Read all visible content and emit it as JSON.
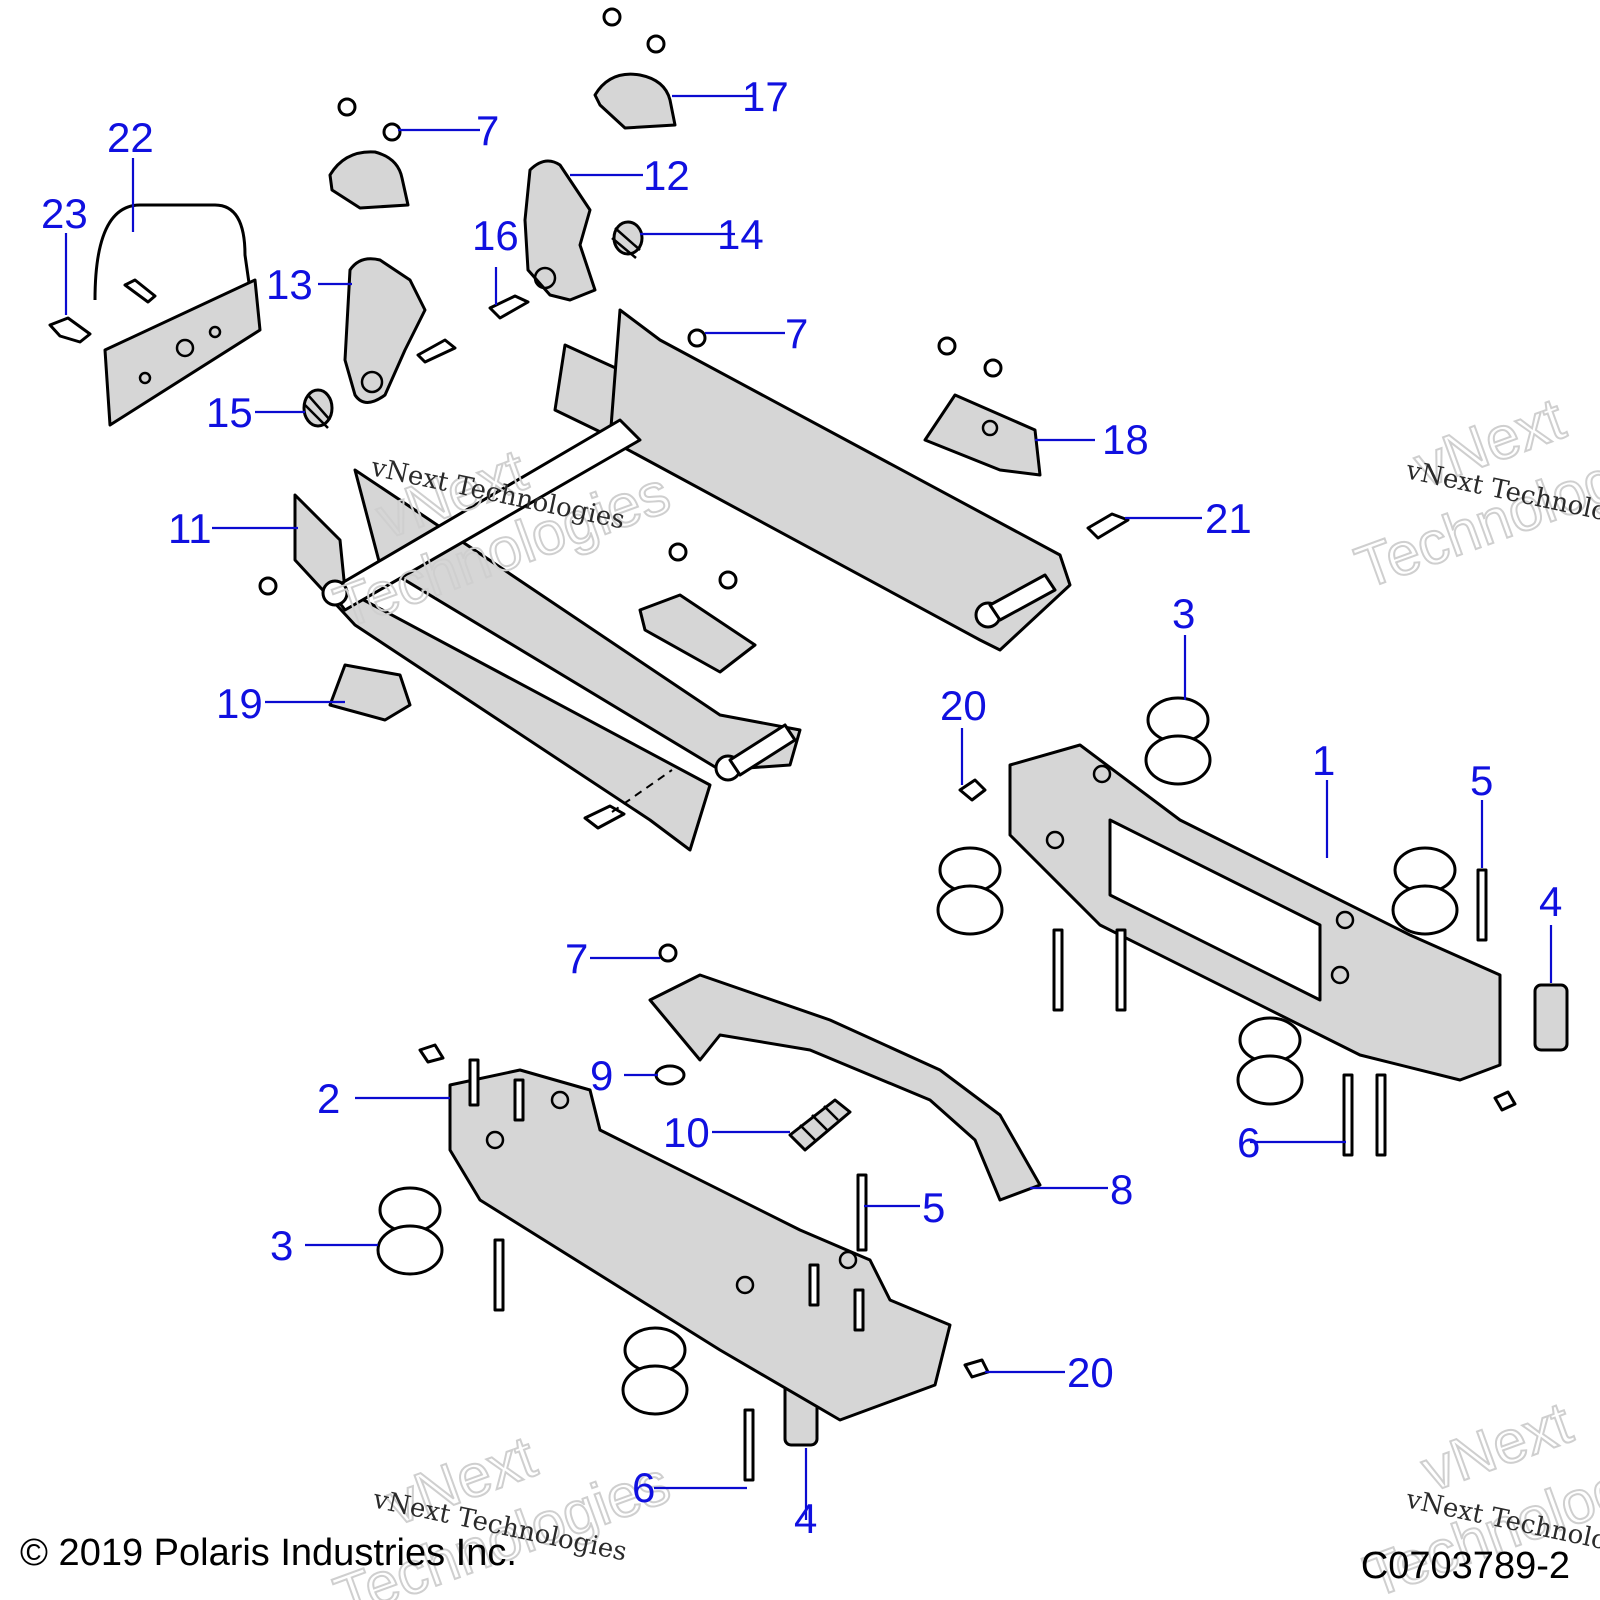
{
  "callouts": [
    "1",
    "2",
    "3",
    "3",
    "4",
    "4",
    "5",
    "5",
    "6",
    "6",
    "7",
    "7",
    "7",
    "8",
    "9",
    "10",
    "11",
    "12",
    "13",
    "14",
    "15",
    "16",
    "17",
    "18",
    "19",
    "20",
    "20",
    "21",
    "22",
    "23"
  ],
  "watermark": {
    "line1": "vNext",
    "line2": "Technologies",
    "small": "vNext Technologies"
  },
  "footer": {
    "copyright": "© 2019 Polaris Industries Inc.",
    "code": "C0703789-2"
  },
  "colors": {
    "callout": "#1010e0",
    "leader": "#0b0bd0",
    "part_fill": "#d6d6d6",
    "outline": "#000000"
  }
}
